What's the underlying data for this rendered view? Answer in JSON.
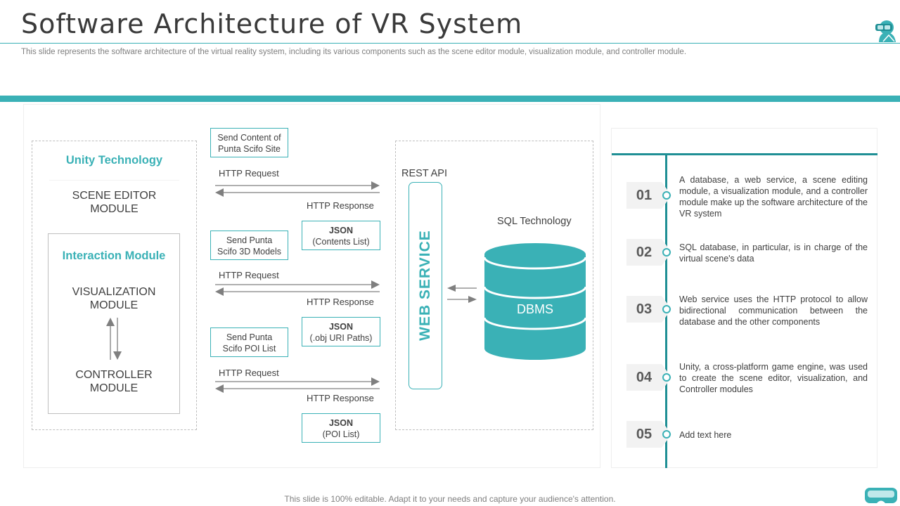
{
  "header": {
    "title": "Software Architecture of VR System",
    "subtitle": "This slide represents the software architecture of the virtual reality system, including its various components such as the scene editor module, visualization module, and controller module."
  },
  "unity": {
    "heading": "Unity Technology",
    "scene_editor": [
      "SCENE EDITOR",
      "MODULE"
    ],
    "interaction_heading": "Interaction Module",
    "visualization": [
      "VISUALIZATION",
      "MODULE"
    ],
    "controller": [
      "CONTROLLER",
      "MODULE"
    ]
  },
  "flows": [
    {
      "send": [
        "Send Content of",
        "Punta Scifo Site"
      ],
      "request": "HTTP Request",
      "response": "HTTP  Response",
      "json_title": "JSON",
      "json_sub": "(Contents List)"
    },
    {
      "send": [
        "Send Punta",
        "Scifo 3D Models"
      ],
      "request": "HTTP Request",
      "response": "HTTP  Response",
      "json_title": "JSON",
      "json_sub": "(.obj URI Paths)"
    },
    {
      "send": [
        "Send Punta",
        "Scifo POI List"
      ],
      "request": "HTTP Request",
      "response": "HTTP  Response",
      "json_title": "JSON",
      "json_sub": "(POI List)"
    }
  ],
  "server": {
    "rest_api": "REST API",
    "web_service": "WEB SERVICE",
    "sql": "SQL Technology",
    "dbms": "DBMS"
  },
  "timeline": [
    {
      "num": "01",
      "text": "A database, a web service, a scene editing module, a visualization module, and a controller module make up the software architecture of the VR system"
    },
    {
      "num": "02",
      "text": "SQL database, in particular, is in charge of the virtual scene's data"
    },
    {
      "num": "03",
      "text": "Web service uses the HTTP  protocol to allow bidirectional communication between the database and the other components"
    },
    {
      "num": "04",
      "text": "Unity, a cross-platform game engine, was used to create the scene editor, visualization, and Controller modules"
    },
    {
      "num": "05",
      "text": "Add text here"
    }
  ],
  "footer": "This slide is 100% editable. Adapt it to your needs and capture your audience's attention.",
  "colors": {
    "accent": "#3ab1b6",
    "accent_dark": "#1f8f95",
    "text": "#404040",
    "muted": "#7f7f7f"
  },
  "icons": [
    "vr-headset-person-icon",
    "vr-goggles-icon"
  ]
}
